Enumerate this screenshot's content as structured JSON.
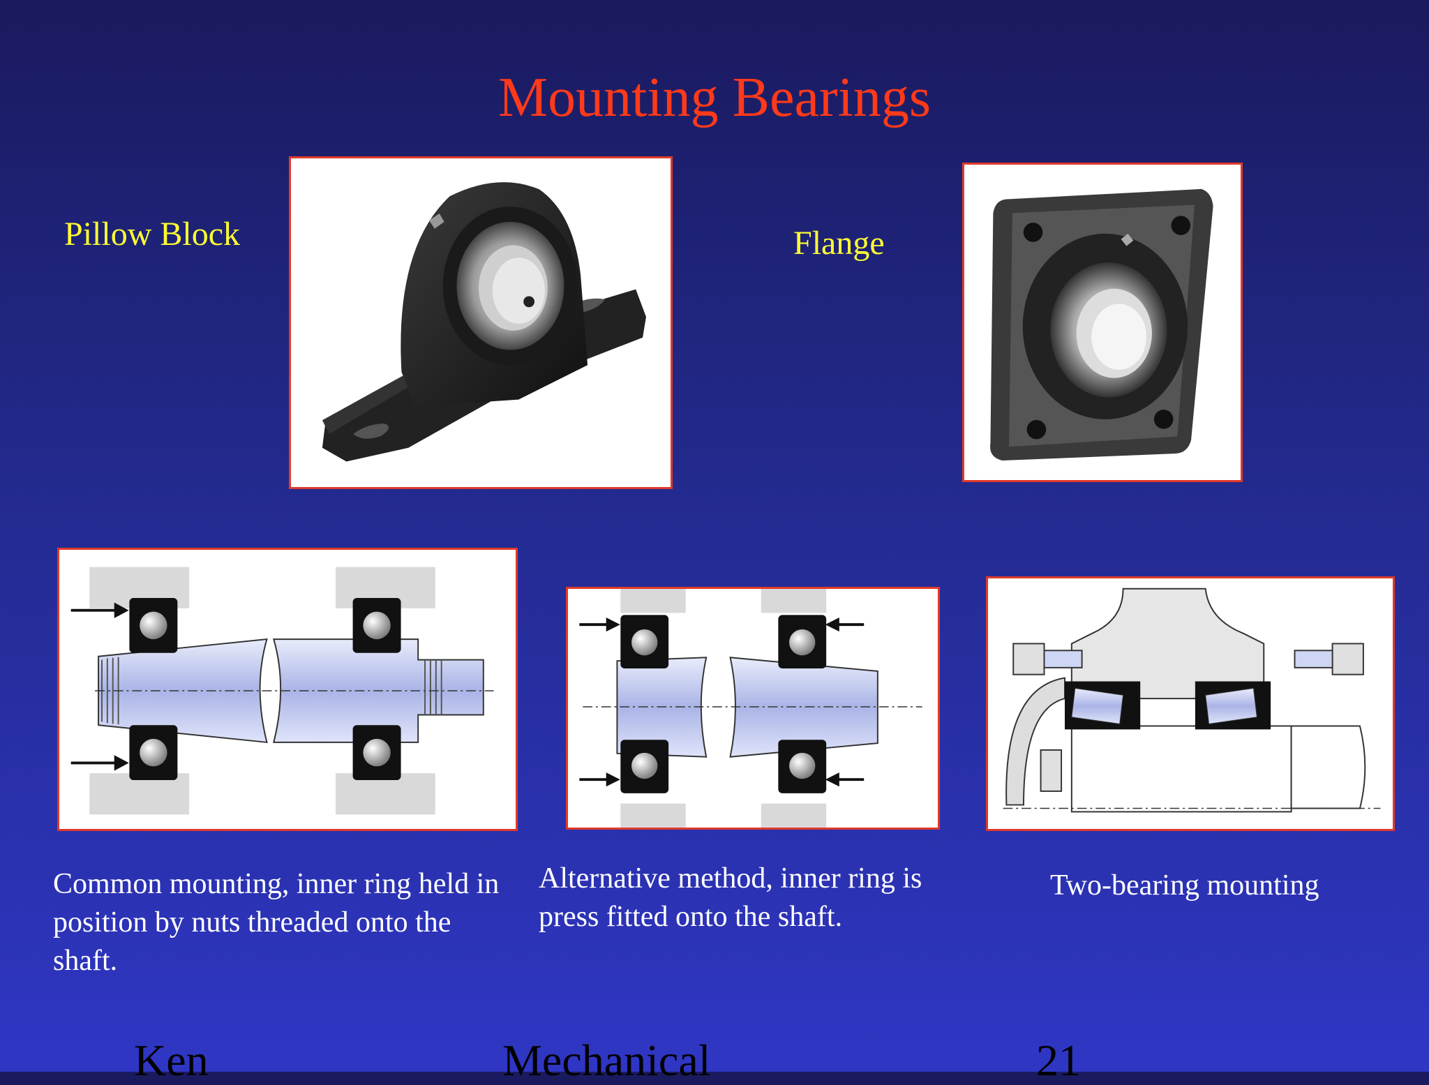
{
  "slide": {
    "title": "Mounting Bearings",
    "labels": {
      "pillow_block": "Pillow Block",
      "flange": "Flange"
    },
    "captions": {
      "common": "Common mounting, inner ring held in position by nuts threaded onto the shaft.",
      "alternative": "Alternative method, inner ring is press fitted onto the shaft.",
      "two_bearing": "Two-bearing mounting"
    },
    "footer": {
      "left": "Ken",
      "center": "Mechanical",
      "page_number": "21"
    }
  },
  "colors": {
    "title": "#ff3a1a",
    "label": "#ffff33",
    "caption": "#ffffff",
    "frame": "#e03a2a"
  }
}
